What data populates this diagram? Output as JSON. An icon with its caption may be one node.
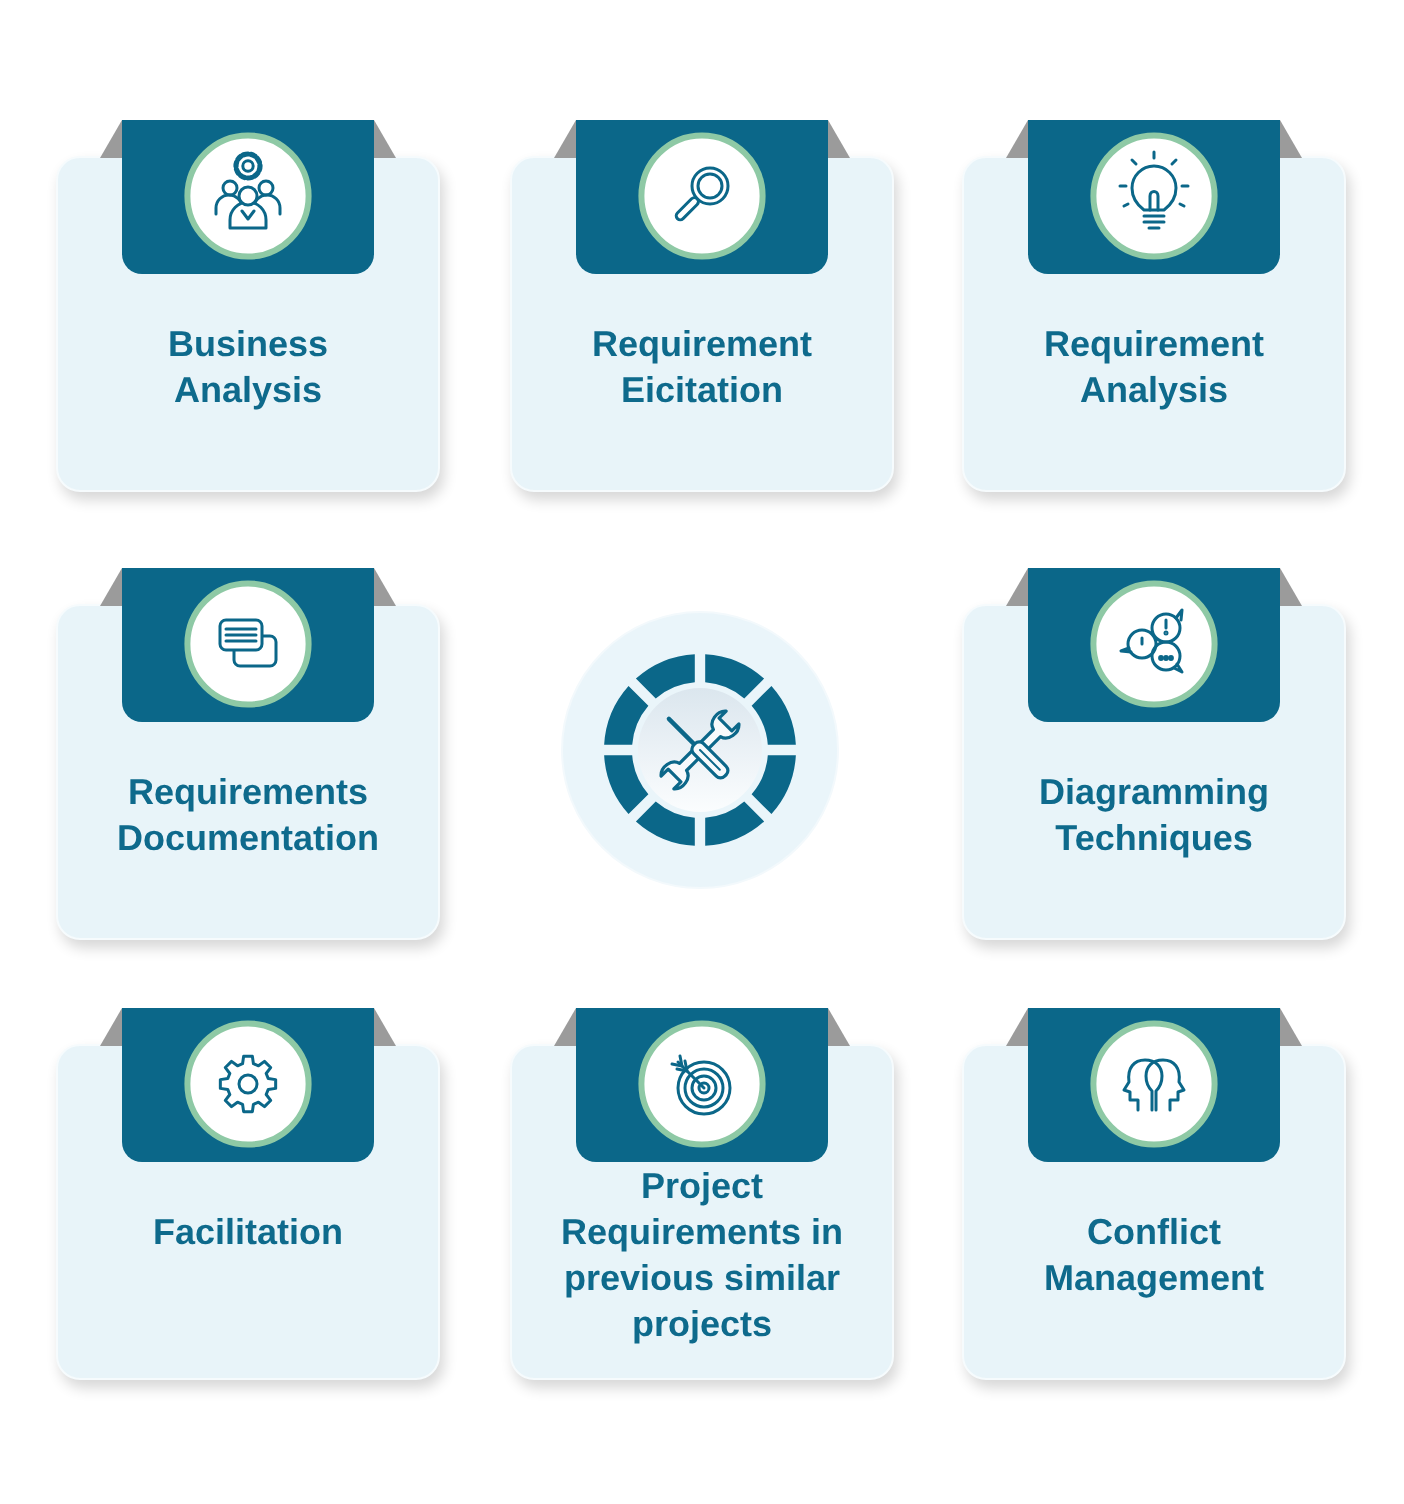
{
  "diagram": {
    "nodes": [
      {
        "text": [
          "Business Analysis"
        ]
      },
      {
        "text": [
          "Requirement Eicitation"
        ]
      },
      {
        "text": [
          "Requirement Analysis"
        ]
      },
      {
        "text": [
          "Requirements Documentation"
        ]
      },
      {
        "text": [
          "Diagramming Techniques"
        ]
      },
      {
        "text": [
          "Facilitation"
        ]
      },
      {
        "text": [
          "Project Requirements in previous similar projects"
        ]
      },
      {
        "text": [
          "Conflict Management"
        ]
      }
    ]
  }
}
